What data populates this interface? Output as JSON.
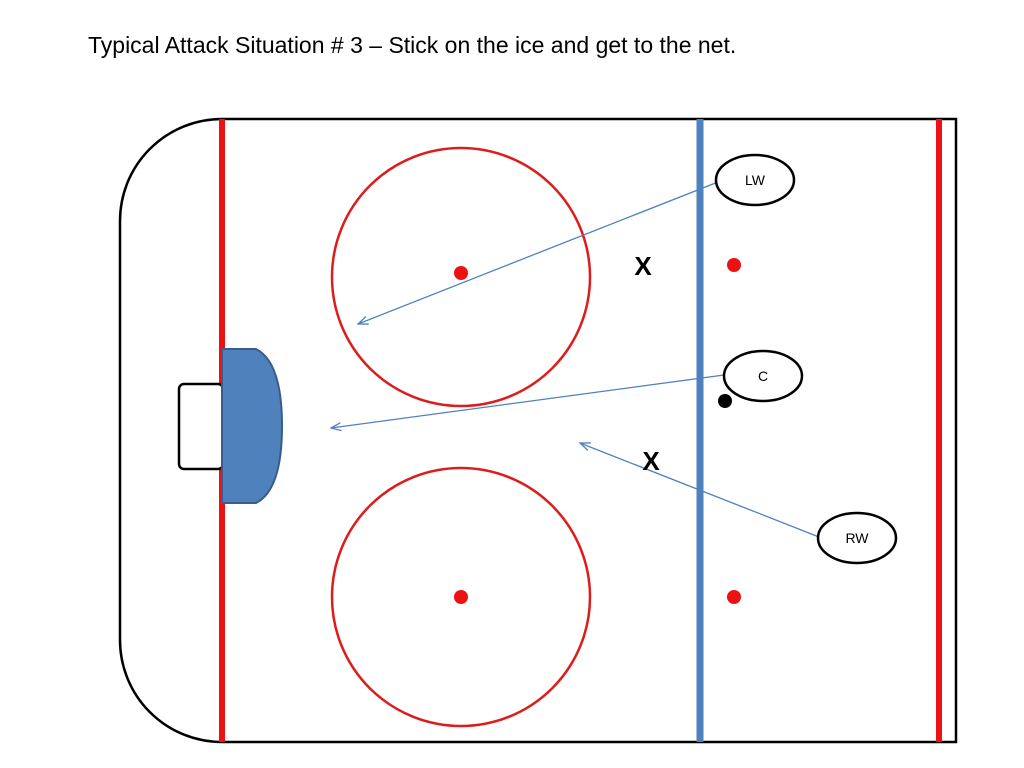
{
  "title": "Typical Attack Situation # 3 – Stick on the ice and get to the net.",
  "players": {
    "lw": "LW",
    "c": "C",
    "rw": "RW"
  },
  "defenders": {
    "x1": "X",
    "x2": "X"
  },
  "colors": {
    "goal_line": "#ee1111",
    "blue_line": "#4f81bd",
    "faceoff": "#dd1c1c",
    "goal_crease": "#4f81bd",
    "pass_arrow": "#4f81bd",
    "puck": "#000000"
  }
}
